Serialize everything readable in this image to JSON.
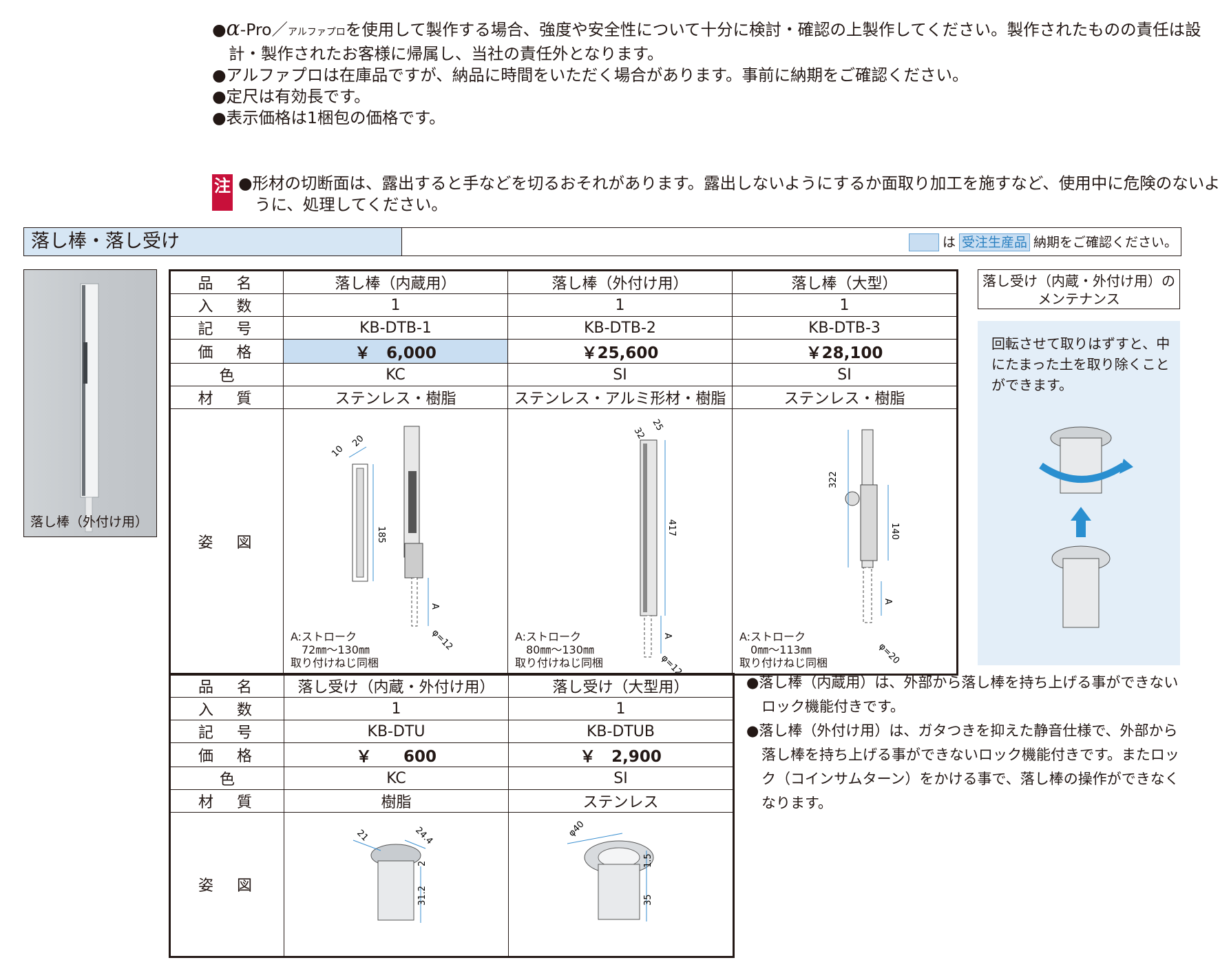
{
  "notes": {
    "line1_alpha": "α",
    "line1_pro": "-Pro／",
    "line1_kana": "アルファプロ",
    "line1_rest": "を使用して製作する場合、強度や安全性について十分に検討・確認の上製作してください。製作されたものの責任は設",
    "line1_cont": "計・製作されたお客様に帰属し、当社の責任外となります。",
    "line2": "●アルファプロは在庫品ですが、納品に時間をいただく場合があります。事前に納期をご確認ください。",
    "line3": "●定尺は有効長です。",
    "line4": "●表示価格は1梱包の価格です。"
  },
  "caution": {
    "badge": "注",
    "line1": "●形材の切断面は、露出すると手などを切るおそれがあります。露出しないようにするか面取り加工を施すなど、使用中に危険のないよ",
    "line2": "うに、処理してください。"
  },
  "section": {
    "title": "落し棒・落し受け",
    "legend_is": "は",
    "legend_label": "受注生産品",
    "legend_text": "納期をご確認ください。"
  },
  "photo": {
    "caption": "落し棒（外付け用）"
  },
  "table1": {
    "row_labels": [
      "品　名",
      "入　数",
      "記　号",
      "価　格",
      "色",
      "材　質",
      "姿　図"
    ],
    "products": [
      {
        "name": "落し棒（内蔵用）",
        "qty": "1",
        "code": "KB-DTB-1",
        "price": "￥　6,000",
        "color": "KC",
        "material": "ステンレス・樹脂",
        "note": "A:ストローク\n　72㎜～130㎜\n取り付けねじ同梱"
      },
      {
        "name": "落し棒（外付け用）",
        "qty": "1",
        "code": "KB-DTB-2",
        "price": "￥25,600",
        "color": "SI",
        "material": "ステンレス・アルミ形材・樹脂",
        "note": "A:ストローク\n　80㎜～130㎜\n取り付けねじ同梱"
      },
      {
        "name": "落し棒（大型）",
        "qty": "1",
        "code": "KB-DTB-3",
        "price": "￥28,100",
        "color": "SI",
        "material": "ステンレス・樹脂",
        "note": "A:ストローク\n　0㎜～113㎜\n取り付けねじ同梱"
      }
    ],
    "dims": {
      "p1": [
        "10",
        "20",
        "185",
        "A",
        "φ=12"
      ],
      "p2": [
        "32",
        "25",
        "417",
        "A",
        "φ=12"
      ],
      "p3": [
        "322",
        "140",
        "A",
        "φ=20"
      ]
    }
  },
  "table2": {
    "row_labels": [
      "品　名",
      "入　数",
      "記　号",
      "価　格",
      "色",
      "材　質",
      "姿　図"
    ],
    "products": [
      {
        "name": "落し受け（内蔵・外付け用）",
        "qty": "1",
        "code": "KB-DTU",
        "price": "￥　　600",
        "color": "KC",
        "material": "樹脂"
      },
      {
        "name": "落し受け（大型用）",
        "qty": "1",
        "code": "KB-DTUB",
        "price": "￥　2,900",
        "color": "SI",
        "material": "ステンレス"
      }
    ],
    "dims": {
      "p1": [
        "21",
        "24.4",
        "2",
        "31.2"
      ],
      "p2": [
        "φ40",
        "1.5",
        "35"
      ]
    }
  },
  "maintenance": {
    "title_line1": "落し受け（内蔵・外付け用）の",
    "title_line2": "メンテナンス",
    "text": "回転させて取りはずすと、中にたまった土を取り除くことができます。"
  },
  "bottom_notes": [
    "●落し棒（内蔵用）は、外部から落し棒を持ち上げる事ができないロック機能付きです。",
    "●落し棒（外付け用）は、ガタつきを抑えた静音仕様で、外部から落し棒を持ち上げる事ができないロック機能付きです。またロック（コインサムターン）をかける事で、落し棒の操作ができなくなります。"
  ],
  "colors": {
    "accent_blue": "#c9def2",
    "caution_red": "#c8103a",
    "dim_blue": "#3a8fd0"
  }
}
